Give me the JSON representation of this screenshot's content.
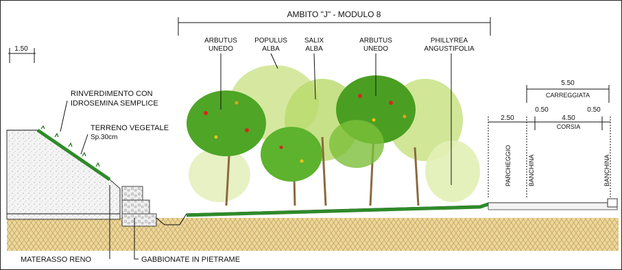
{
  "title": "AMBITO \"J\" - MODULO 8",
  "dimensions": {
    "left_width": "1.50",
    "carreggiata_value": "5.50",
    "carreggiata_label": "CARREGGIATA",
    "parcheggio_value": "2.50",
    "banchina_left_value": "0.50",
    "corsia_value": "4.50",
    "corsia_label": "CORSIA",
    "banchina_right_value": "0.50"
  },
  "species": [
    {
      "line1": "ARBUTUS",
      "line2": "UNEDO"
    },
    {
      "line1": "POPULUS",
      "line2": "ALBA"
    },
    {
      "line1": "SALIX",
      "line2": "ALBA"
    },
    {
      "line1": "ARBUTUS",
      "line2": "UNEDO"
    },
    {
      "line1": "PHILLYREA",
      "line2": "ANGUSTIFOLIA"
    }
  ],
  "annotations": {
    "rinverdimento_1": "RINVERDIMENTO CON",
    "rinverdimento_2": "IDROSEMINA SEMPLICE",
    "terreno_1": "TERRENO VEGETALE",
    "terreno_2": "Sp.30cm",
    "materasso": "MATERASSO RENO",
    "gabbionate": "GABBIONATE IN PIETRAME"
  },
  "road_labels": {
    "parcheggio": "PARCHEGGIO",
    "banchina_left": "BANCHINA",
    "banchina_right": "BANCHINA"
  },
  "colors": {
    "ground": "#e8d39a",
    "grass": "#2f8a2a",
    "foliage_dark": "#3f9a1e",
    "foliage_light": "#b9d96a",
    "berry_red": "#d8261c",
    "gabion": "#dedede"
  }
}
